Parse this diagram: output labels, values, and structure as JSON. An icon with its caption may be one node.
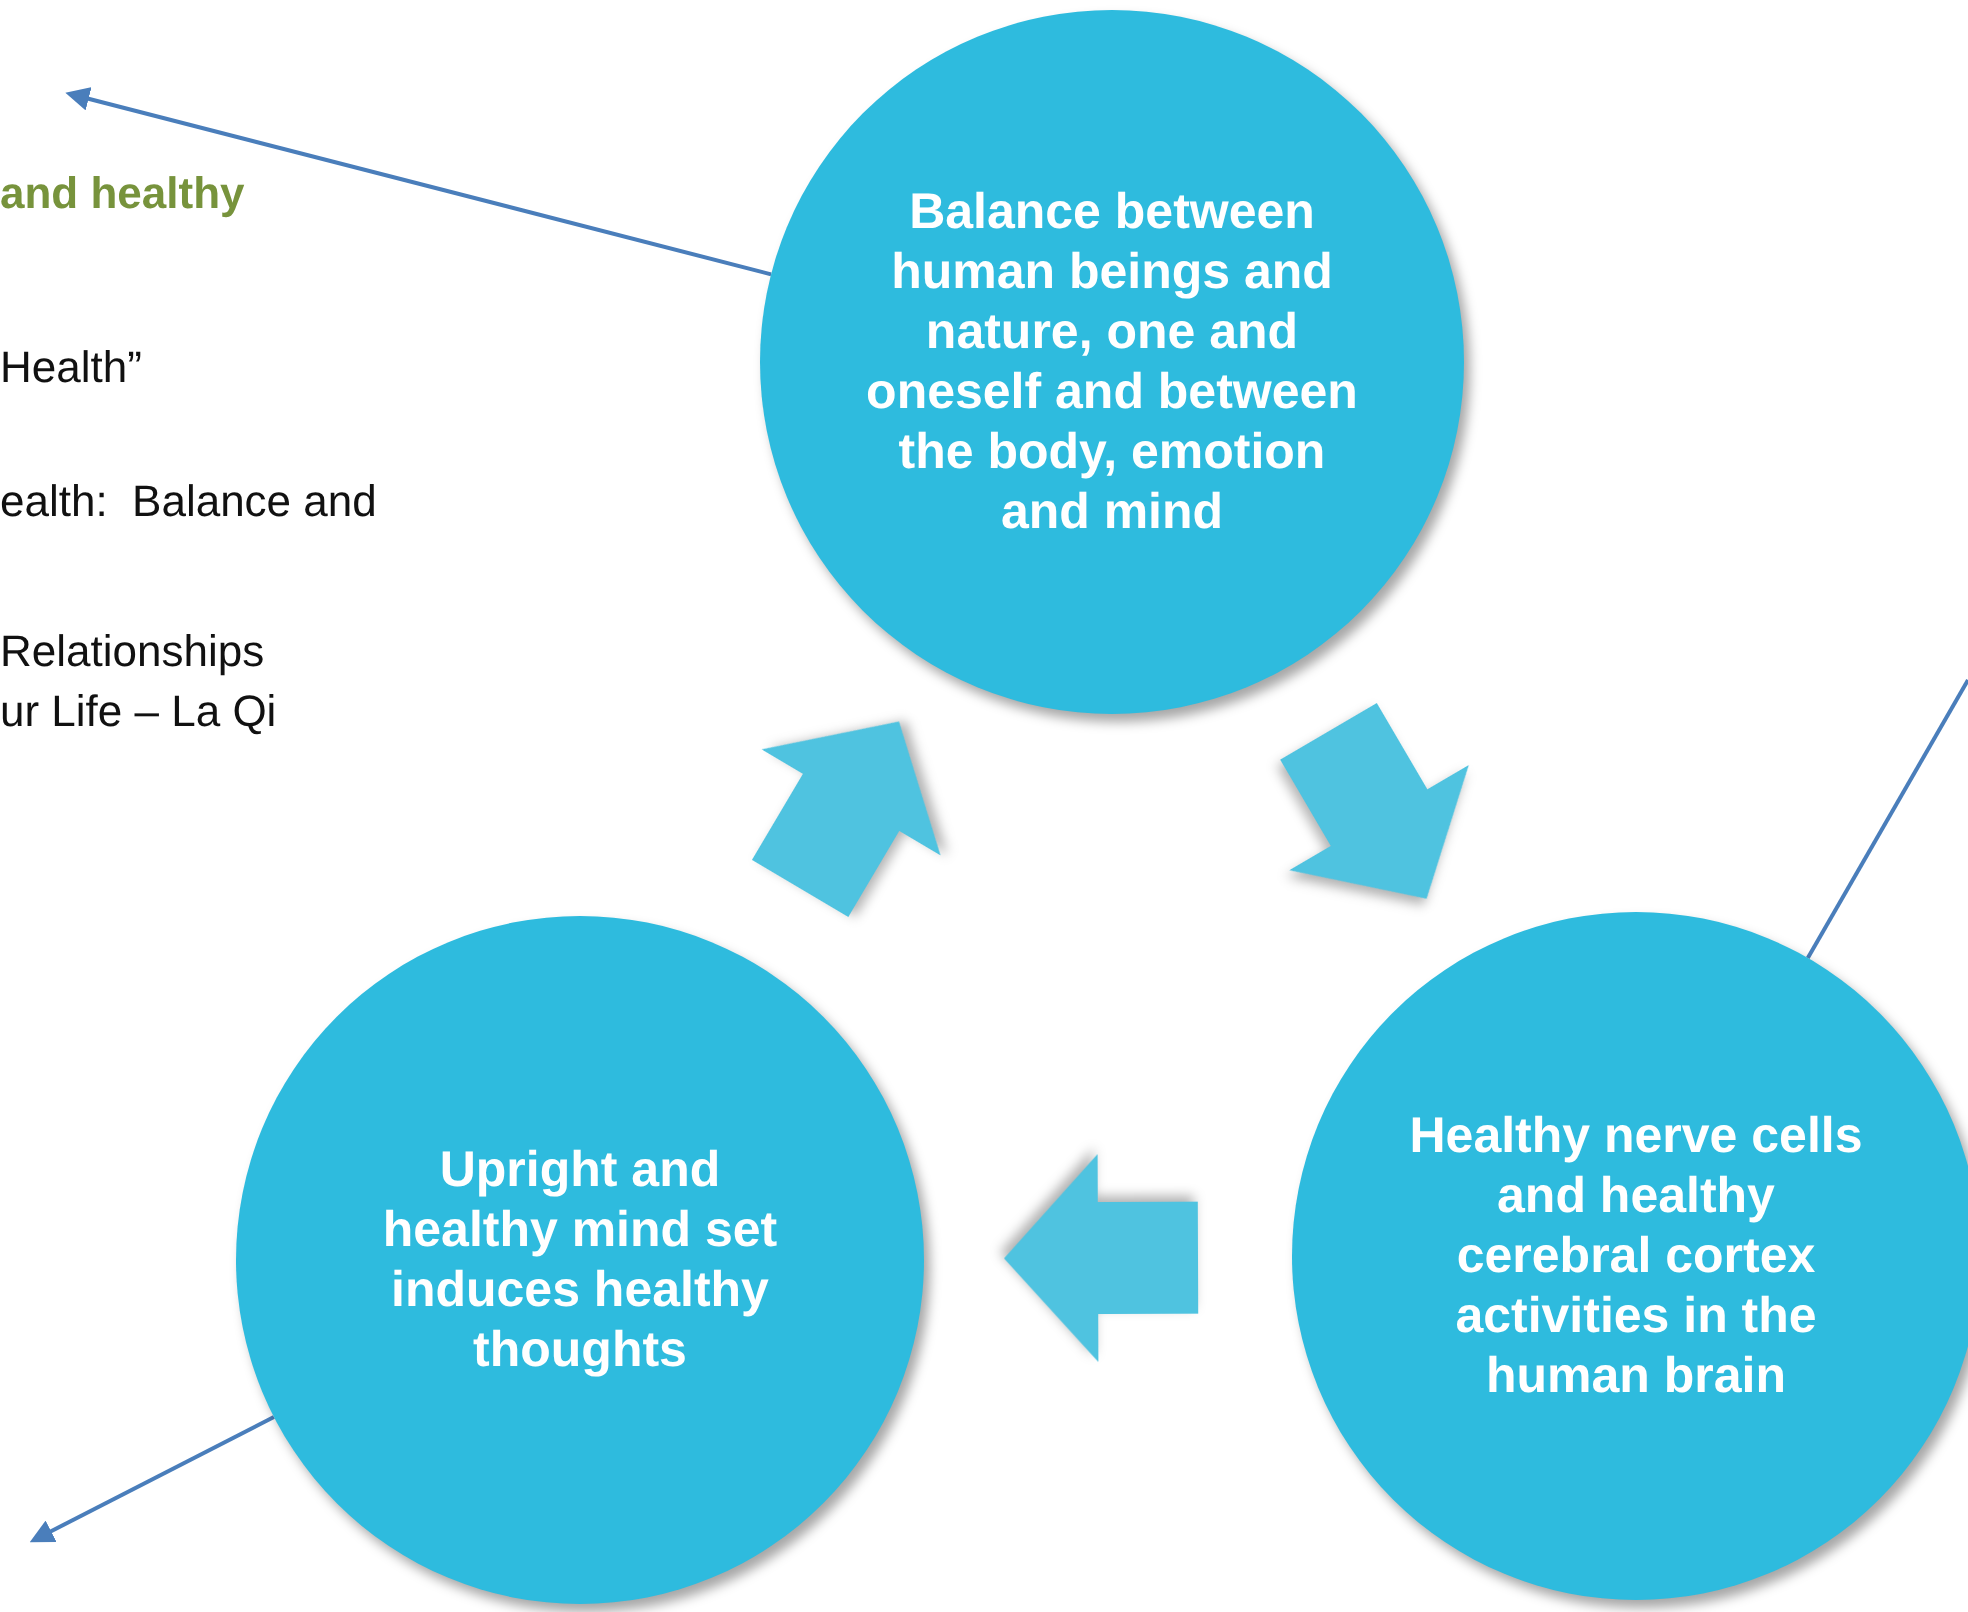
{
  "diagram": {
    "nodes": [
      {
        "text": [
          "Balance between human beings and nature, one and oneself and between the body, emotion and mind"
        ]
      },
      {
        "text": [
          "Healthy nerve cells and healthy cerebral cortex activities in the human brain"
        ]
      },
      {
        "text": [
          "Upright and healthy mind set induces healthy thoughts"
        ]
      }
    ],
    "edges": [
      {
        "from": 0,
        "to": 1,
        "arrow": "to"
      },
      {
        "from": 1,
        "to": 2,
        "arrow": "to"
      },
      {
        "from": 2,
        "to": 0,
        "arrow": "to"
      },
      {
        "from": 0,
        "to": null,
        "arrow": "to"
      },
      {
        "from": 1,
        "to": null,
        "arrow": "none"
      },
      {
        "from": 2,
        "to": null,
        "arrow": "to"
      }
    ],
    "labels": [
      "and healthy",
      "Health”",
      "ealth:  Balance and",
      "Relationships",
      "ur Life – La Qi"
    ]
  }
}
